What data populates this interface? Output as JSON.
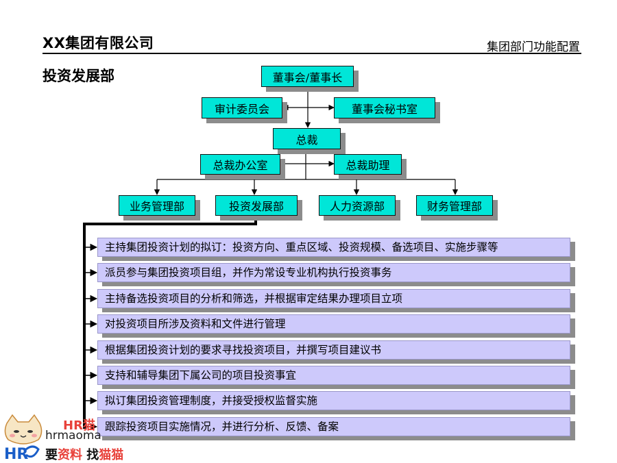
{
  "header": {
    "company": "XX集团有限公司",
    "subtitle": "集团部门功能配置",
    "department": "投资发展部"
  },
  "org_chart": {
    "board": "董事会/董事长",
    "audit": "审计委员会",
    "secretary": "董事会秘书室",
    "ceo": "总裁",
    "ceo_office": "总裁办公室",
    "ceo_assistant": "总裁助理",
    "departments": [
      "业务管理部",
      "投资发展部",
      "人力资源部",
      "财务管理部"
    ]
  },
  "functions": [
    "主持集团投资计划的拟订：投资方向、重点区域、投资规模、备选项目、实施步骤等",
    "派员参与集团投资项目组，并作为常设专业机构执行投资事务",
    "主持备选投资项目的分析和筛选，并根据审定结果办理项目立项",
    "对投资项目所涉及资料和文件进行管理",
    "根据集团投资计划的要求寻找投资项目，并撰写项目建议书",
    "支持和辅导集团下属公司的项目投资事宜",
    "拟订集团投资管理制度，并接受授权监督实施",
    "跟踪投资项目实施情况，并进行分析、反馈、备案"
  ],
  "watermark": {
    "brand": "HR猫",
    "site": "hrmaoma",
    "slogan_a": "要",
    "slogan_b": "资料",
    "slogan_c": " 找",
    "slogan_d": "猫猫"
  },
  "colors": {
    "node_fill": "#00e6d8",
    "item_fill": "#cdc9fb",
    "shadow": "#8c8c8c",
    "watermark_red": "#e8413a"
  }
}
